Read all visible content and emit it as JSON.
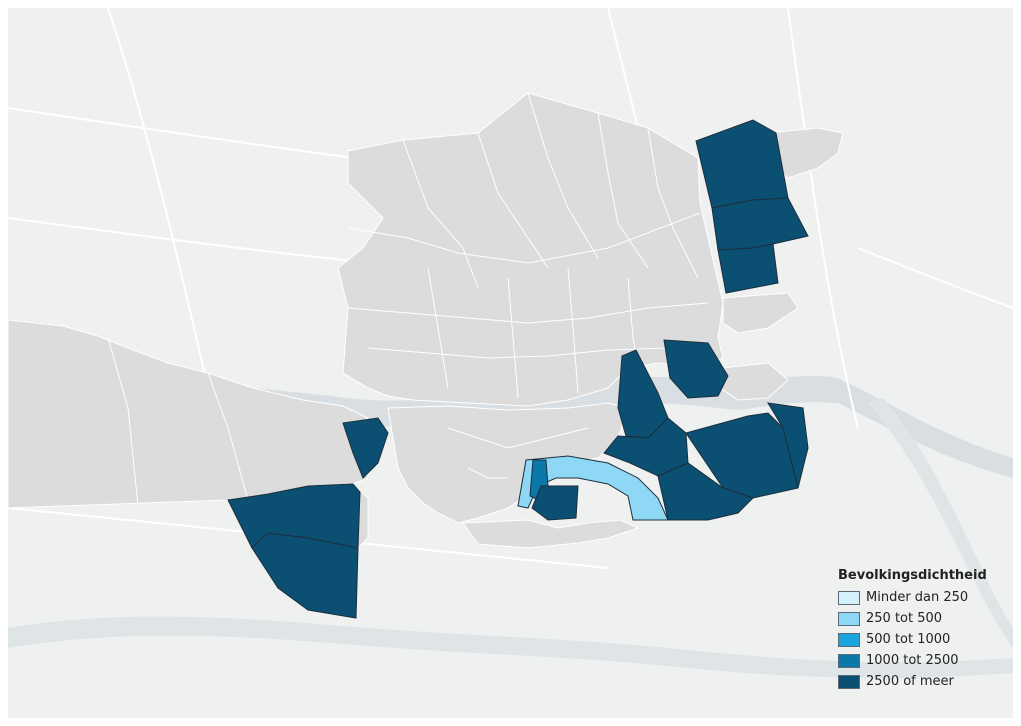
{
  "legend": {
    "title": "Bevolkingsdichtheid",
    "items": [
      {
        "label": "Minder dan 250",
        "color": "#d4f1fb"
      },
      {
        "label": "250 tot 500",
        "color": "#8fd8f5"
      },
      {
        "label": "500 tot 1000",
        "color": "#1aa6dd"
      },
      {
        "label": "1000 tot 2500",
        "color": "#0a78a8"
      },
      {
        "label": "2500 of meer",
        "color": "#0b4f72"
      }
    ]
  },
  "colors": {
    "basemap_land": "#eef1ef",
    "basemap_water": "#d9dee2",
    "basemap_roads": "#ffffff",
    "neutral_region": "#dcdcdc",
    "region_border": "#ffffff",
    "colored_region_border": "#1c2f3c"
  }
}
